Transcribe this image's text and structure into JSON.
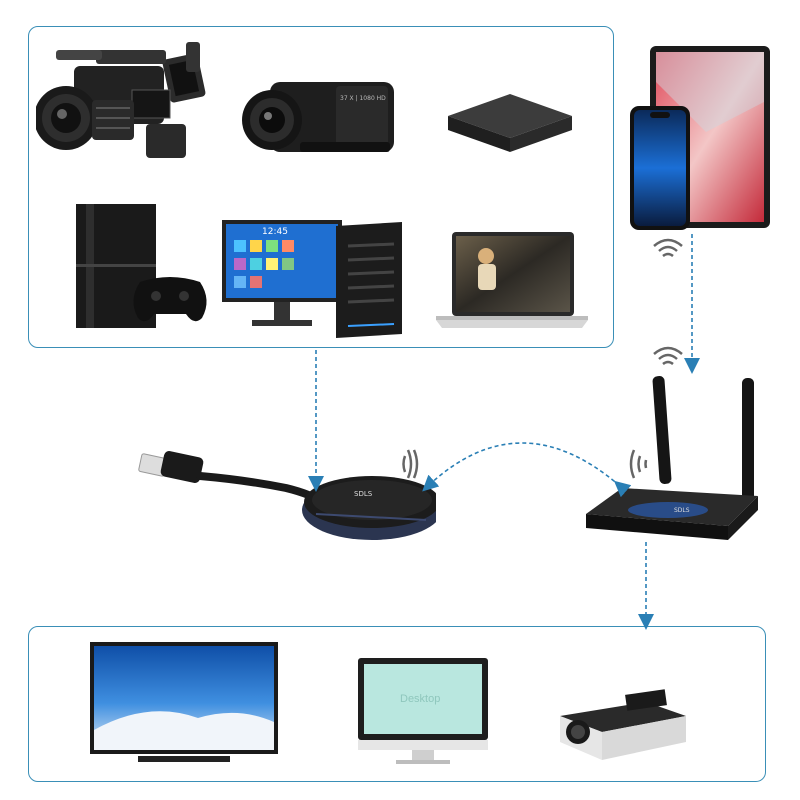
{
  "devices": {
    "camera_text": "37 X  |  1080 HD",
    "tv_box_text": "",
    "monitor_clock": "12:45",
    "dongle_brand": "SDLS",
    "receiver_brand": "SDLS",
    "desktop_label": "Desktop"
  },
  "colors": {
    "panel_border": "#3a8fb7",
    "arrow": "#2a7fb5",
    "device_dark": "#1b1b1b"
  }
}
